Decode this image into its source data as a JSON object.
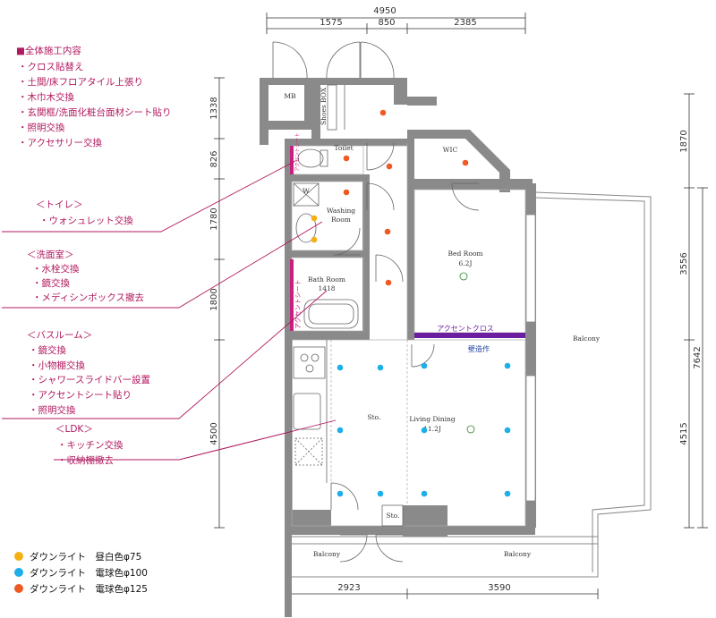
{
  "dimensions": {
    "top_total": "4950",
    "top_parts": [
      "1575",
      "850",
      "2385"
    ],
    "bottom_parts": [
      "2923",
      "3590"
    ],
    "left": [
      "1338",
      "826",
      "1780",
      "1800",
      "4500"
    ],
    "right": [
      "1870",
      "3556",
      "7642",
      "4515"
    ]
  },
  "rooms": {
    "mb": "MB",
    "shoe_box": "Shoes BOX",
    "toilet": "Toilet",
    "wic": "WIC",
    "washing_room": [
      "Washing",
      "Room"
    ],
    "w_mark": "W",
    "bed_room": [
      "Bed Room",
      "6.2J"
    ],
    "bath_room": [
      "Bath Room",
      "1418"
    ],
    "balcony_side": "Balcony",
    "sto_kitchen": "Sto.",
    "living_dining": [
      "Living Dining",
      "11.2J"
    ],
    "sto_small": "Sto.",
    "balcony_left": "Balcony",
    "balcony_right": "Balcony"
  },
  "labels": {
    "accent_cloth": "アクセントクロス",
    "built_in": "壁造作",
    "accent_sheet_toilet": "アクセントシート",
    "accent_sheet_bath": "アクセントシート"
  },
  "notes": {
    "overall": {
      "title": "■全体施工内容",
      "items": [
        "・クロス貼替え",
        "・土間/床フロアタイル上張り",
        "・木巾木交換",
        "・玄関框/洗面化粧台面材シート貼り",
        "・照明交換",
        "・アクセサリー交換"
      ]
    },
    "toilet": {
      "title": "＜トイレ＞",
      "items": [
        "・ウォシュレット交換"
      ]
    },
    "washroom": {
      "title": "＜洗面室＞",
      "items": [
        "・水栓交換",
        "・鏡交換",
        "・メディシンボックス撤去"
      ]
    },
    "bathroom": {
      "title": "＜バスルーム＞",
      "items": [
        "・鏡交換",
        "・小物棚交換",
        "・シャワースライドバー設置",
        "・アクセントシート貼り",
        "・照明交換"
      ]
    },
    "ldk": {
      "title": "＜LDK＞",
      "items": [
        "・キッチン交換",
        "・収納棚撤去"
      ]
    }
  },
  "legend": [
    {
      "color": "#f5b015",
      "label": "ダウンライト　昼白色φ75"
    },
    {
      "color": "#1eaee8",
      "label": "ダウンライト　電球色φ100"
    },
    {
      "color": "#ef5a24",
      "label": "ダウンライト　電球色φ125"
    }
  ],
  "colors": {
    "wall": "#8a8a8a",
    "accent": "#c8207e",
    "accent_cloth_bar": "#6b1fa0",
    "note_text": "#b0195f",
    "orange_light": "#ef5a24",
    "blue_light": "#1eaee8",
    "yellow_light": "#f5b015"
  }
}
